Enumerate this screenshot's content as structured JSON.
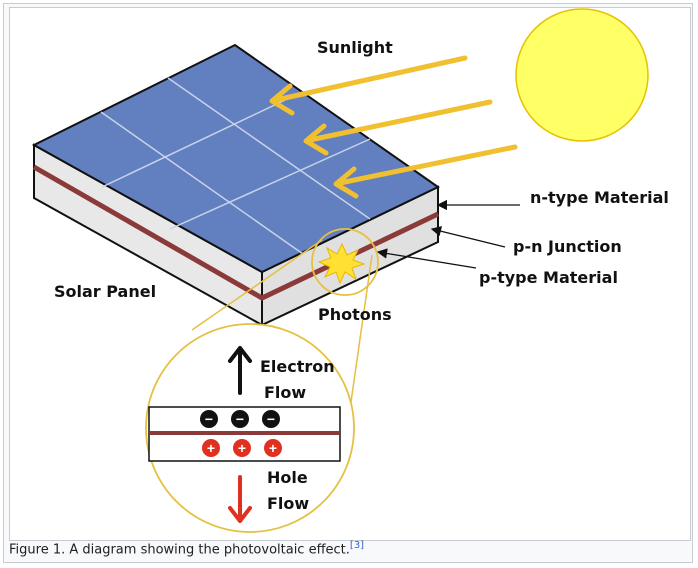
{
  "figure": {
    "labels": {
      "sunlight": "Sunlight",
      "n_type": "n-type  Material",
      "pn_junction": "p-n  Junction",
      "p_type": "p-type  Material",
      "solar_panel": "Solar  Panel",
      "photons": "Photons",
      "electron": "Electron",
      "electron_flow": "Flow",
      "hole": "Hole",
      "hole_flow": "Flow"
    },
    "charges": {
      "negative_symbol": "−",
      "positive_symbol": "+",
      "negative_count": 3,
      "positive_count": 3
    },
    "colors": {
      "panel_top": "#6280bf",
      "panel_side": "#e6e6e6",
      "junction_line": "#8b3a3a",
      "sun": "#ffff66",
      "sun_outline": "#e6c200",
      "arrows": "#f0c030",
      "electron_arrow": "#111111",
      "hole_arrow": "#e03020",
      "positive_charge": "#e03020",
      "negative_charge": "#111111",
      "zoom_circle": "#e6c040"
    }
  },
  "caption": {
    "text": "Figure 1. A diagram showing the photovoltaic effect.",
    "ref": "[3]"
  }
}
